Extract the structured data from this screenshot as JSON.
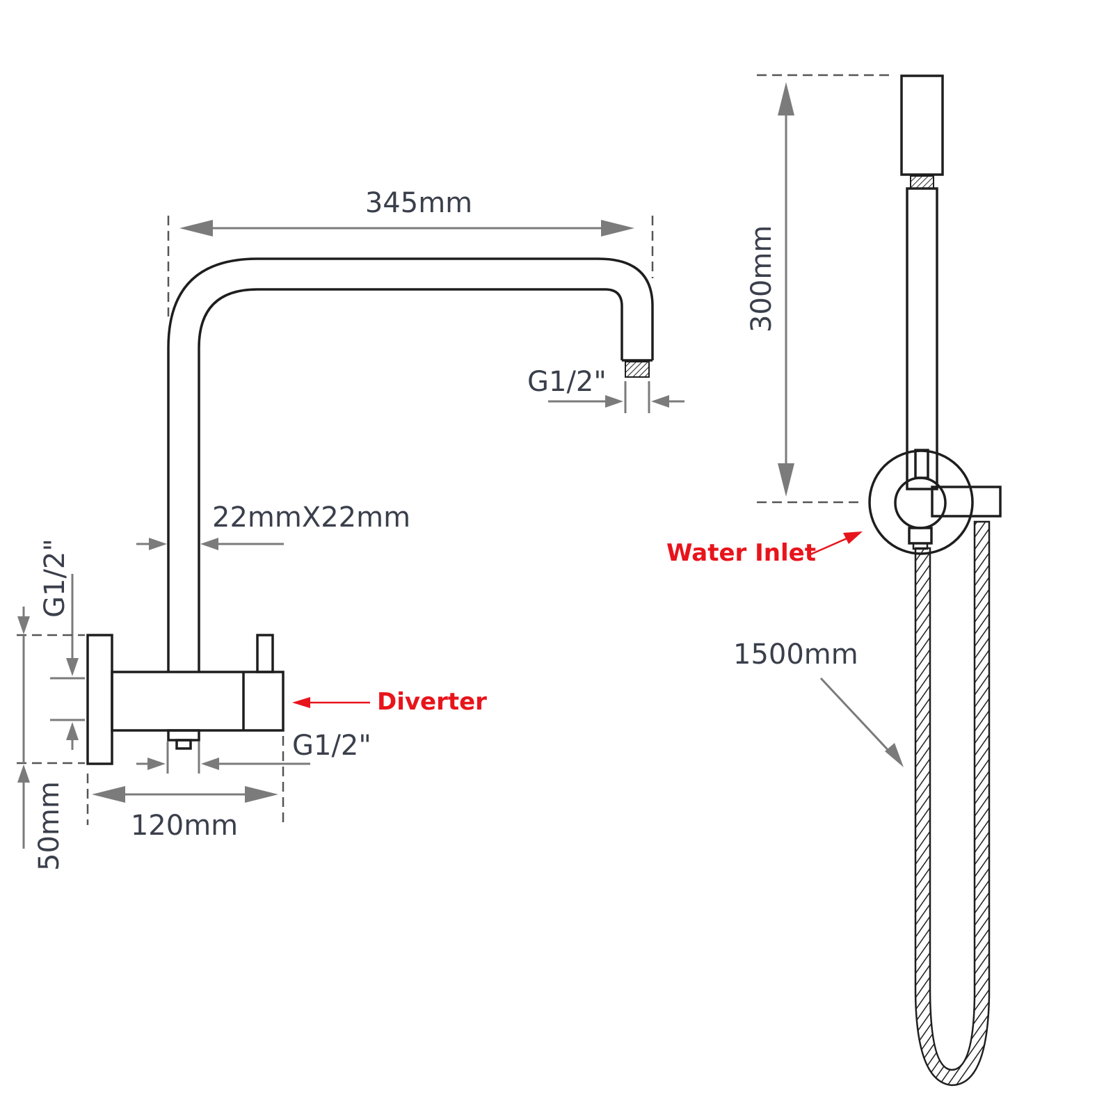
{
  "colors": {
    "outline": "#1e1e1e",
    "dimension": "#7b7b7b",
    "label_text": "#3a3f4b",
    "callout_red": "#e8141b"
  },
  "labels": {
    "arm_length": "345mm",
    "arm_outlet_thread": "G1/2\"",
    "pipe_section": "22mmX22mm",
    "mixer_side_thread": "G1/2\"",
    "mixer_bottom_thread": "G1/2\"",
    "mixer_width": "120mm",
    "mixer_depth": "50mm",
    "rail_height": "300mm",
    "hose_length": "1500mm"
  },
  "callouts": {
    "diverter": "Diverter",
    "water_inlet": "Water Inlet"
  }
}
